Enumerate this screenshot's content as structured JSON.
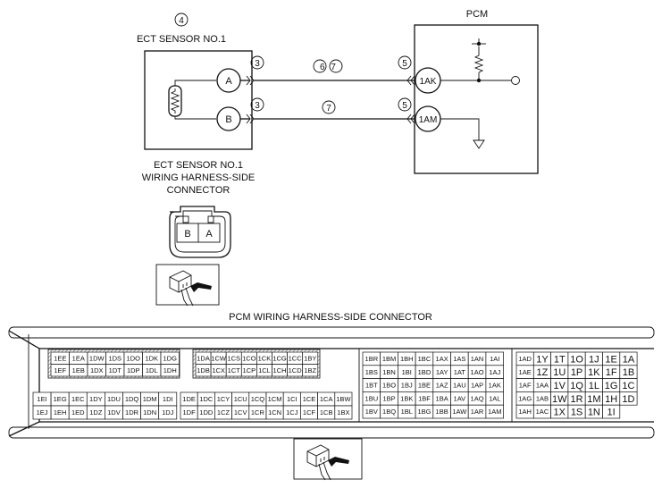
{
  "sensor": {
    "callout": "4",
    "title": "ECT SENSOR NO.1",
    "pin_a": "A",
    "pin_b": "B"
  },
  "pcm": {
    "title": "PCM",
    "terminal_ak": "1AK",
    "terminal_am": "1AM"
  },
  "wires": {
    "top_left_callout": "3",
    "top_mid_callouts": "6 7",
    "top_right_callout": "5",
    "bottom_left_callout": "3",
    "bottom_mid_callout": "7",
    "bottom_right_callout": "5"
  },
  "harness_connector": {
    "title_line1": "ECT SENSOR NO.1",
    "title_line2": "WIRING HARNESS-SIDE",
    "title_line3": "CONNECTOR",
    "slot_b": "B",
    "slot_a": "A"
  },
  "pcm_connector": {
    "title": "PCM WIRING HARNESS-SIDE CONNECTOR",
    "block1": {
      "rows": [
        [
          "1EE",
          "1EA",
          "1DW",
          "1DS",
          "1DO",
          "1DK",
          "1DG"
        ],
        [
          "1EF",
          "1EB",
          "1DX",
          "1DT",
          "1DP",
          "1DL",
          "1DH"
        ]
      ]
    },
    "block2": {
      "rows": [
        [
          "1DA",
          "1CW",
          "1CS",
          "1CO",
          "1CK",
          "1CG",
          "1CC",
          "1BY"
        ],
        [
          "1DB",
          "1CX",
          "1CT",
          "1CP",
          "1CL",
          "1CH",
          "1CD",
          "1BZ"
        ]
      ]
    },
    "block3": {
      "rows": [
        [
          "1EI",
          "1EG",
          "1EC",
          "1DY",
          "1DU",
          "1DQ",
          "1DM",
          "1DI"
        ],
        [
          "1EJ",
          "1EH",
          "1ED",
          "1DZ",
          "1DV",
          "1DR",
          "1DN",
          "1DJ"
        ]
      ]
    },
    "block4": {
      "rows": [
        [
          "1DE",
          "1DC",
          "1CY",
          "1CU",
          "1CQ",
          "1CM",
          "1CI",
          "1CE",
          "1CA",
          "1BW"
        ],
        [
          "1DF",
          "1DD",
          "1CZ",
          "1CV",
          "1CR",
          "1CN",
          "1CJ",
          "1CF",
          "1CB",
          "1BX"
        ]
      ]
    },
    "block5": {
      "rows": [
        [
          "1BR",
          "1BM",
          "1BH",
          "1BC",
          "1AX",
          "1AS",
          "1AN",
          "1AI"
        ],
        [
          "1BS",
          "1BN",
          "1BI",
          "1BD",
          "1AY",
          "1AT",
          "1AO",
          "1AJ"
        ],
        [
          "1BT",
          "1BO",
          "1BJ",
          "1BE",
          "1AZ",
          "1AU",
          "1AP",
          "1AK"
        ],
        [
          "1BU",
          "1BP",
          "1BK",
          "1BF",
          "1BA",
          "1AV",
          "1AQ",
          "1AL"
        ],
        [
          "1BV",
          "1BQ",
          "1BL",
          "1BG",
          "1BB",
          "1AW",
          "1AR",
          "1AM"
        ]
      ]
    },
    "block6": {
      "rows": [
        [
          "1AD",
          "1Y",
          "1T",
          "1O",
          "1J",
          "1E",
          "1A"
        ],
        [
          "1AE",
          "1Z",
          "1U",
          "1P",
          "1K",
          "1F",
          "1B"
        ],
        [
          "1AF",
          "1AA",
          "1V",
          "1Q",
          "1L",
          "1G",
          "1C"
        ],
        [
          "1AG",
          "1AB",
          "1W",
          "1R",
          "1M",
          "1H",
          "1D"
        ],
        [
          "1AH",
          "1AC",
          "1X",
          "1S",
          "1N",
          "1I",
          ""
        ]
      ]
    }
  }
}
